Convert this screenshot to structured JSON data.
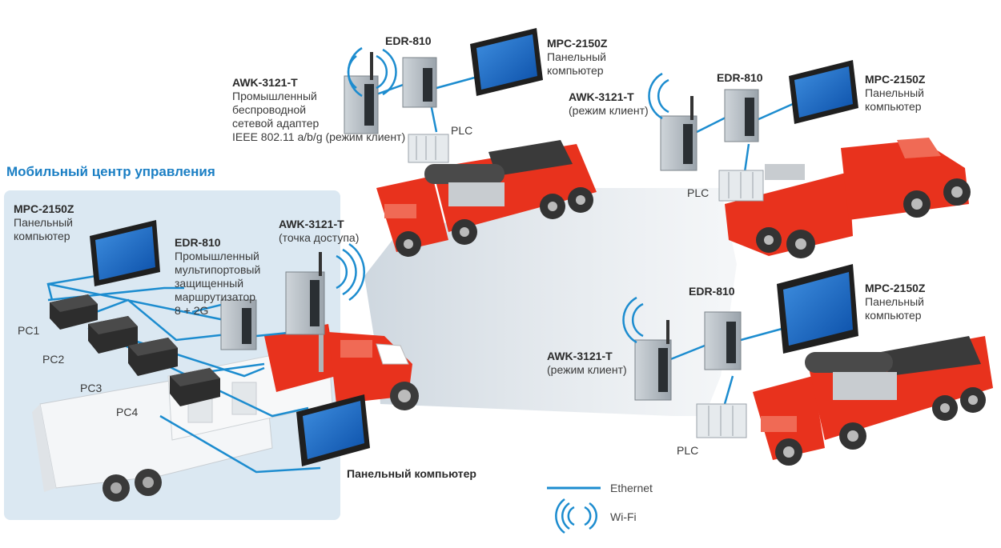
{
  "colors": {
    "ethernet": "#1c8ccf",
    "title": "#1b7fc4",
    "truck_red": "#e8321d",
    "panel_bg": "#dbe8f2",
    "coverage": "#e8ecf0"
  },
  "title": "Мобильный центр управления",
  "top_site": {
    "awk_name": "AWK-3121-T",
    "awk_desc": [
      "Промышленный",
      "беспроводной",
      "сетевой адаптер",
      "IEEE 802.11 a/b/g (режим клиент)"
    ],
    "edr_name": "EDR-810",
    "mpc_name": "MPC-2150Z",
    "mpc_desc": [
      "Панельный",
      "компьютер"
    ],
    "plc": "PLC"
  },
  "right_top_site": {
    "awk_name": "AWK-3121-T",
    "awk_desc": [
      "(режим клиент)"
    ],
    "edr_name": "EDR-810",
    "mpc_name": "MPC-2150Z",
    "mpc_desc": [
      "Панельный",
      "компьютер"
    ],
    "plc": "PLC"
  },
  "right_bottom_site": {
    "awk_name": "AWK-3121-T",
    "awk_desc": [
      "(режим клиент)"
    ],
    "edr_name": "EDR-810",
    "mpc_name": "MPC-2150Z",
    "mpc_desc": [
      "Панельный",
      "компьютер"
    ],
    "plc": "PLC"
  },
  "control_center": {
    "mpc_name": "MPC-2150Z",
    "mpc_desc": [
      "Панельный",
      "компьютер"
    ],
    "edr_name": "EDR-810",
    "edr_desc": [
      "Промышленный",
      "мультипортовый",
      "защищенный",
      "маршрутизатор",
      "8 + 2G"
    ],
    "awk_name": "AWK-3121-T",
    "awk_desc": [
      "(точка доступа)"
    ],
    "pcs": [
      "PC1",
      "PC2",
      "PC3",
      "PC4"
    ],
    "panel_pc": "Панельный компьютер"
  },
  "legend": {
    "ethernet": "Ethernet",
    "wifi": "Wi-Fi"
  }
}
